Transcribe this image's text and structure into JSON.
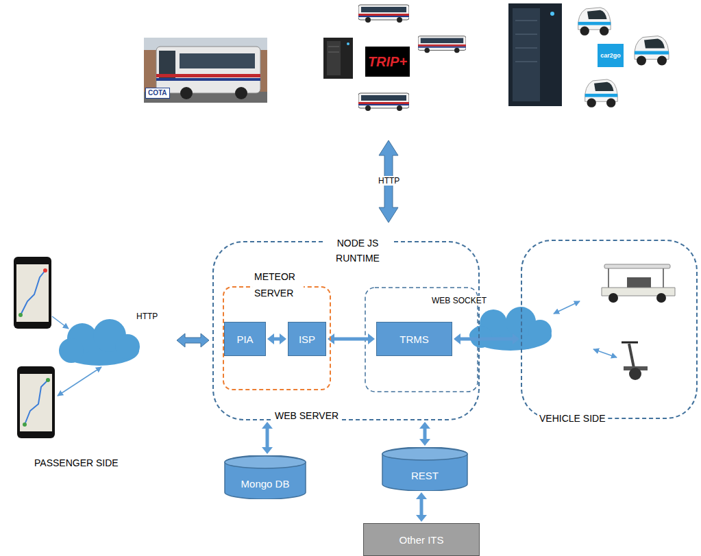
{
  "diagram": {
    "nodes": [
      {
        "text": [
          "NODE JS RUNTIME",
          "WEB SERVER"
        ]
      },
      {
        "text": [
          "METEOR SERVER"
        ],
        "in": 0
      },
      {
        "text": [
          "PIA"
        ],
        "in": 1
      },
      {
        "text": [
          "ISP"
        ],
        "in": 1
      },
      {
        "text": [
          "TRMS"
        ],
        "in": 0
      },
      {
        "text": [
          "VEHICLE SIDE"
        ]
      },
      {
        "text": [
          "Mongo DB"
        ]
      },
      {
        "text": [
          "REST"
        ]
      },
      {
        "text": [
          "Other ITS"
        ]
      }
    ],
    "edges": [
      {
        "from": 2,
        "to": 3,
        "arrow": "both"
      },
      {
        "from": 3,
        "to": 4,
        "arrow": "both"
      },
      {
        "from": 4,
        "to": 5,
        "arrow": "both",
        "label": "WEB SOCKET"
      },
      {
        "from": 0,
        "to": 6,
        "arrow": "both"
      },
      {
        "from": 0,
        "to": 7,
        "arrow": "both"
      },
      {
        "from": 7,
        "to": 8,
        "arrow": "both"
      }
    ],
    "labels": [
      "COTA",
      "TRIP+",
      "car2go",
      "HTTP",
      "HTTP",
      "PASSENGER SIDE"
    ]
  }
}
